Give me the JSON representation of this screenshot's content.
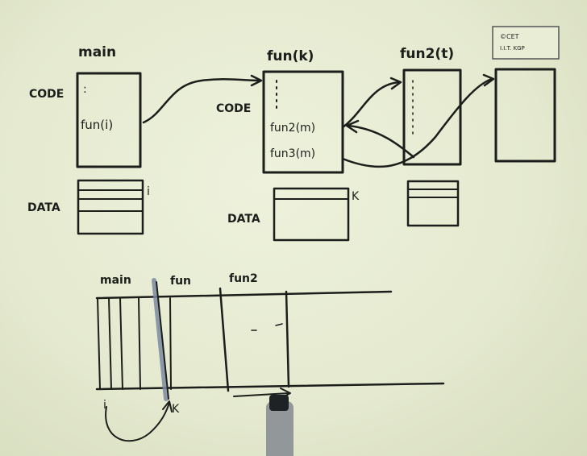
{
  "logo": {
    "line1": "©CET",
    "line2": "I.I.T. KGP"
  },
  "frames": {
    "main": {
      "name": "main",
      "code_label": "CODE",
      "call": "fun(i)",
      "dots": ":",
      "data_label": "DATA",
      "data_var": "i"
    },
    "fun": {
      "name": "fun(k)",
      "code_label": "CODE",
      "call1": "fun2(m)",
      "call2": "fun3(m)",
      "data_label": "DATA",
      "data_var": "K"
    },
    "fun2": {
      "name": "fun2(t)"
    }
  },
  "stack": {
    "labels": [
      "main",
      "fun",
      "fun2"
    ],
    "var_i": "i",
    "var_k": "K"
  },
  "colors": {
    "ink": "#1b1e1a",
    "board": "#e6ebd3",
    "pointer": "#8a8e94"
  }
}
